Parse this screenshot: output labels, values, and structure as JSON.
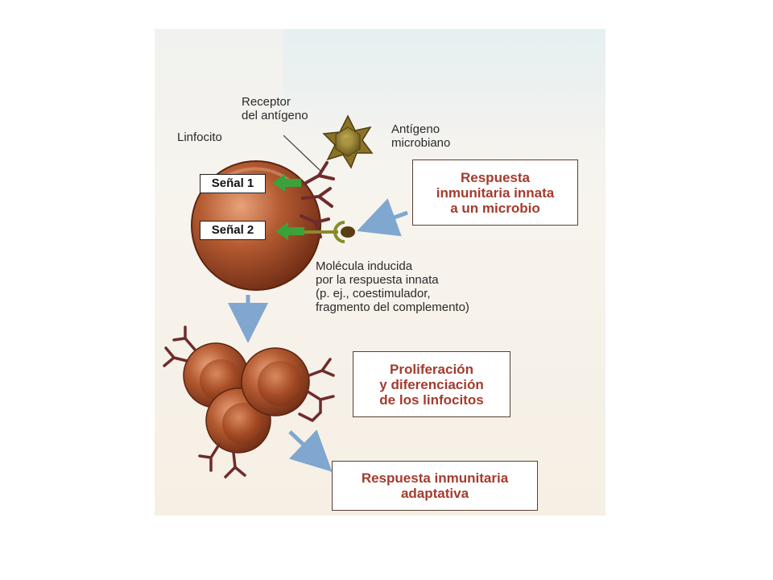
{
  "labels": {
    "lymphocyte": "Linfocito",
    "receptor": "Receptor\ndel antígeno",
    "antigen": "Antígeno\nmicrobiano",
    "molecule": "Molécula inducida\npor la respuesta innata\n(p. ej., coestimulador,\nfragmento del complemento)"
  },
  "signals": {
    "one": "Señal 1",
    "two": "Señal 2"
  },
  "callouts": {
    "innate": "Respuesta\ninmunitaria innata\na un microbio",
    "proliferation": "Proliferación\ny diferenciación\nde los linfocitos",
    "adaptive": "Respuesta inmunitaria\nadaptativa"
  },
  "colors": {
    "cell": "#8a3d1f",
    "receptor": "#6e2b2b",
    "arrow_green": "#3aa23a",
    "arrow_blue": "#7fa7cf",
    "callout_text": "#a33b2e"
  }
}
